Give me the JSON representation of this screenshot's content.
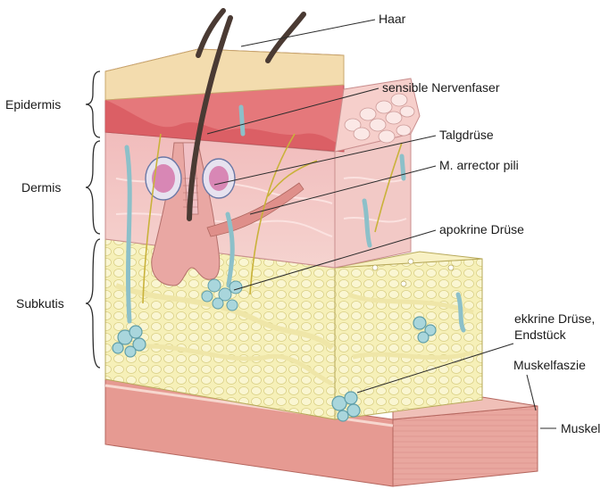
{
  "layers": {
    "epidermis": "Epidermis",
    "dermis": "Dermis",
    "subkutis": "Subkutis"
  },
  "structures": {
    "haar": "Haar",
    "nervenfaser": "sensible Nervenfaser",
    "talgdruese": "Talgdrüse",
    "arrector": "M. arrector pili",
    "apokrin": "apokrine Drüse",
    "ekkrin_line1": "ekkrine Drüse,",
    "ekkrin_line2": "Endstück",
    "muskelfaszie": "Muskelfaszie",
    "muskel": "Muskel"
  },
  "colors": {
    "epidermis_top": "#f3ddb0",
    "epidermis_red": "#d9656a",
    "dermis": "#f2c7c7",
    "subcutis_fat": "#f5efb5",
    "muscle": "#e9a49c",
    "gland_blue": "#a9d6dc",
    "nerve": "#c9b23a",
    "hair": "#4a3a33"
  }
}
